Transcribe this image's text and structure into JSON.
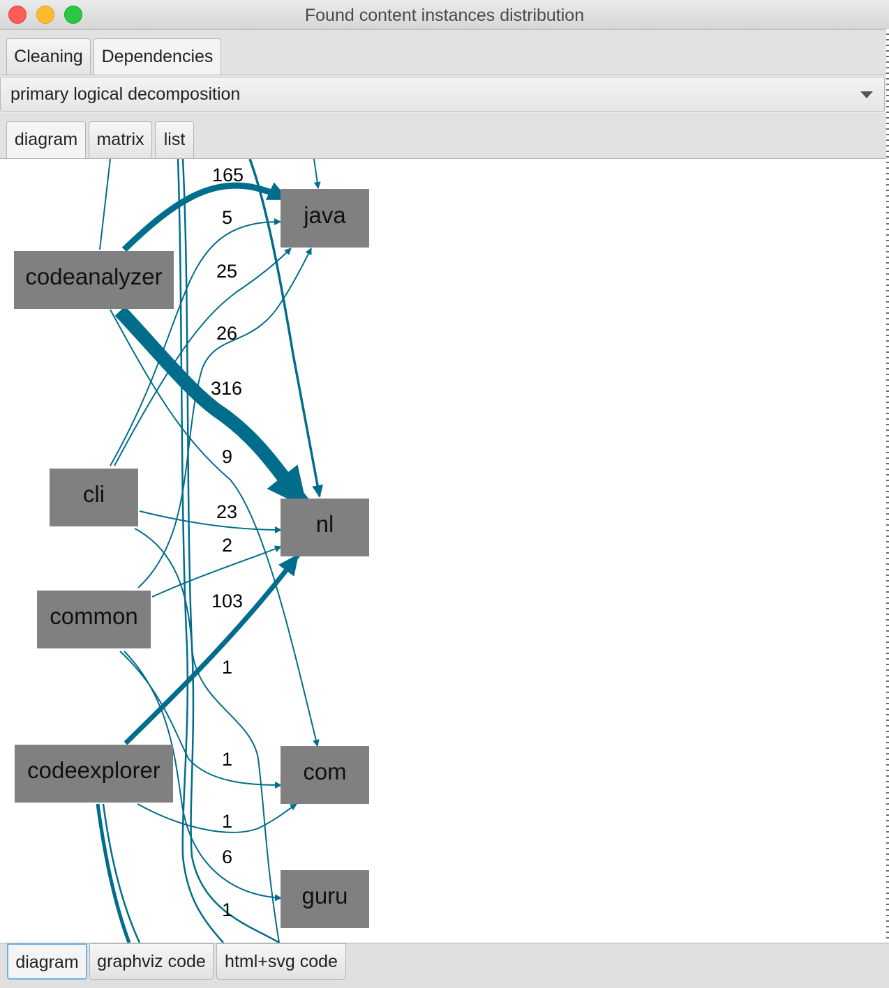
{
  "window": {
    "title": "Found content instances distribution"
  },
  "top_tabs": [
    {
      "label": "Cleaning"
    },
    {
      "label": "Dependencies",
      "active": true
    }
  ],
  "decomposition_select": {
    "value": "primary logical decomposition"
  },
  "view_tabs": [
    {
      "label": "diagram",
      "active": true
    },
    {
      "label": "matrix"
    },
    {
      "label": "list"
    }
  ],
  "graph": {
    "nodes": {
      "codeanalyzer": "codeanalyzer",
      "cli": "cli",
      "common": "common",
      "codeexplorer": "codeexplorer",
      "java": "java",
      "nl": "nl",
      "com": "com",
      "guru": "guru"
    },
    "edge_labels": [
      "165",
      "5",
      "25",
      "26",
      "316",
      "9",
      "23",
      "2",
      "103",
      "1",
      "1",
      "1",
      "6",
      "1"
    ],
    "edge_color": "#006d8c"
  },
  "bottom_tabs": [
    {
      "label": "diagram",
      "active": true
    },
    {
      "label": "graphviz code"
    },
    {
      "label": "html+svg code"
    }
  ]
}
